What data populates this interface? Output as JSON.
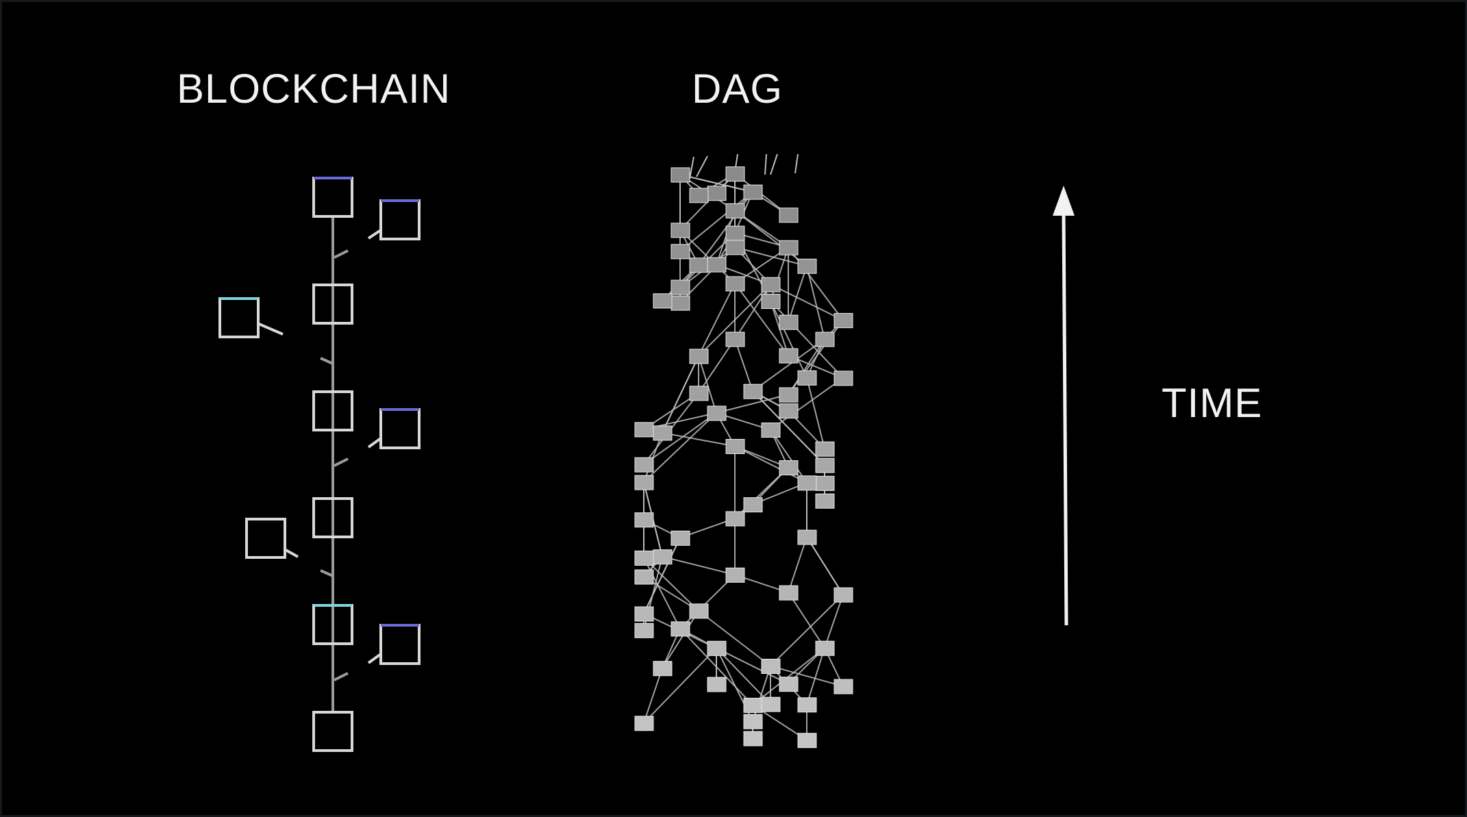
{
  "labels": {
    "blockchain": "BLOCKCHAIN",
    "dag": "DAG",
    "time": "TIME"
  },
  "colors": {
    "background": "#000000",
    "foreground": "#f2f2f2",
    "chain_line": "#9a9a9a",
    "block_stroke": "#d8d8d8",
    "block_accent_blue": "#6a6ad8",
    "block_accent_cyan": "#7fd6dc",
    "dag_node_top": "#8a8a8a",
    "dag_node_bottom": "#c8c8c8",
    "dag_edge": "#bdbdbd",
    "arrow": "#f2f2f2"
  },
  "icons": {
    "time_arrow": "arrow-up-icon"
  }
}
